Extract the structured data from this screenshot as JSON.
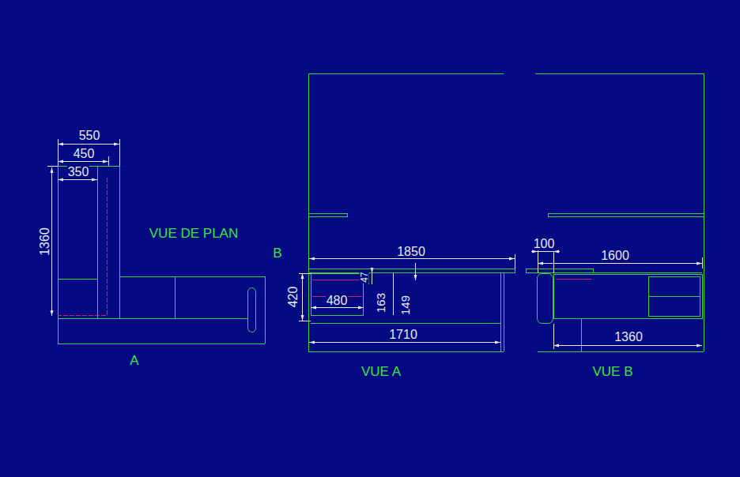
{
  "diagram": {
    "labels": [
      "550",
      "450",
      "350",
      "1360",
      "VUE DE PLAN",
      "A",
      "B",
      "1850",
      "47",
      "420",
      "480",
      "163",
      "149",
      "1710",
      "VUE A",
      "100",
      "1600",
      "1360",
      "VUE B"
    ]
  }
}
